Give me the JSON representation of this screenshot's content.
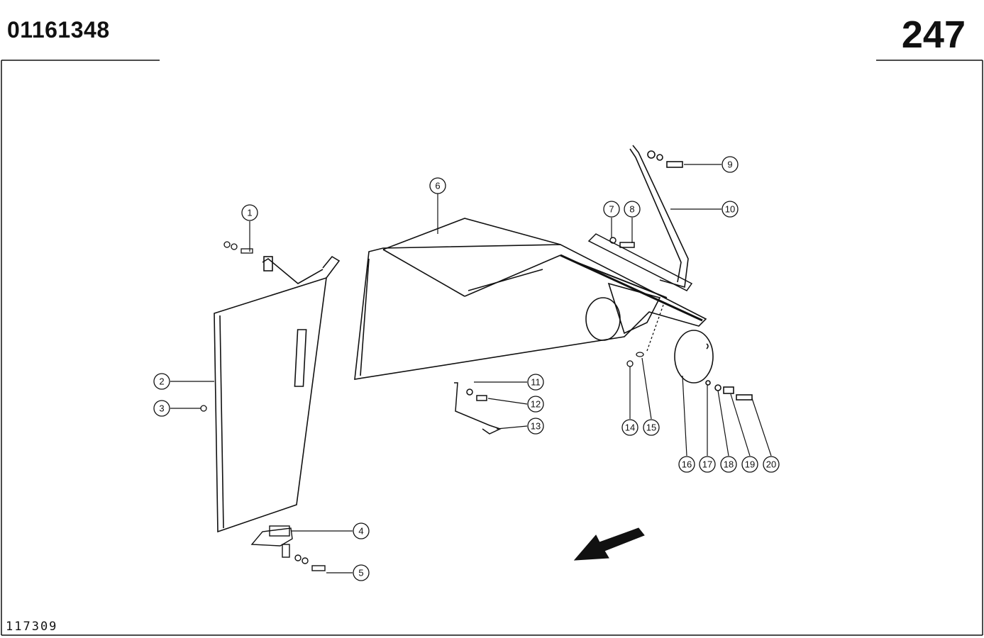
{
  "header": {
    "part_number": "01161348",
    "page_number": "247"
  },
  "footer": {
    "drawing_code": "117309"
  },
  "callouts": [
    "1",
    "2",
    "3",
    "4",
    "5",
    "6",
    "7",
    "8",
    "9",
    "10",
    "11",
    "12",
    "13",
    "14",
    "15",
    "16",
    "17",
    "18",
    "19",
    "20"
  ]
}
